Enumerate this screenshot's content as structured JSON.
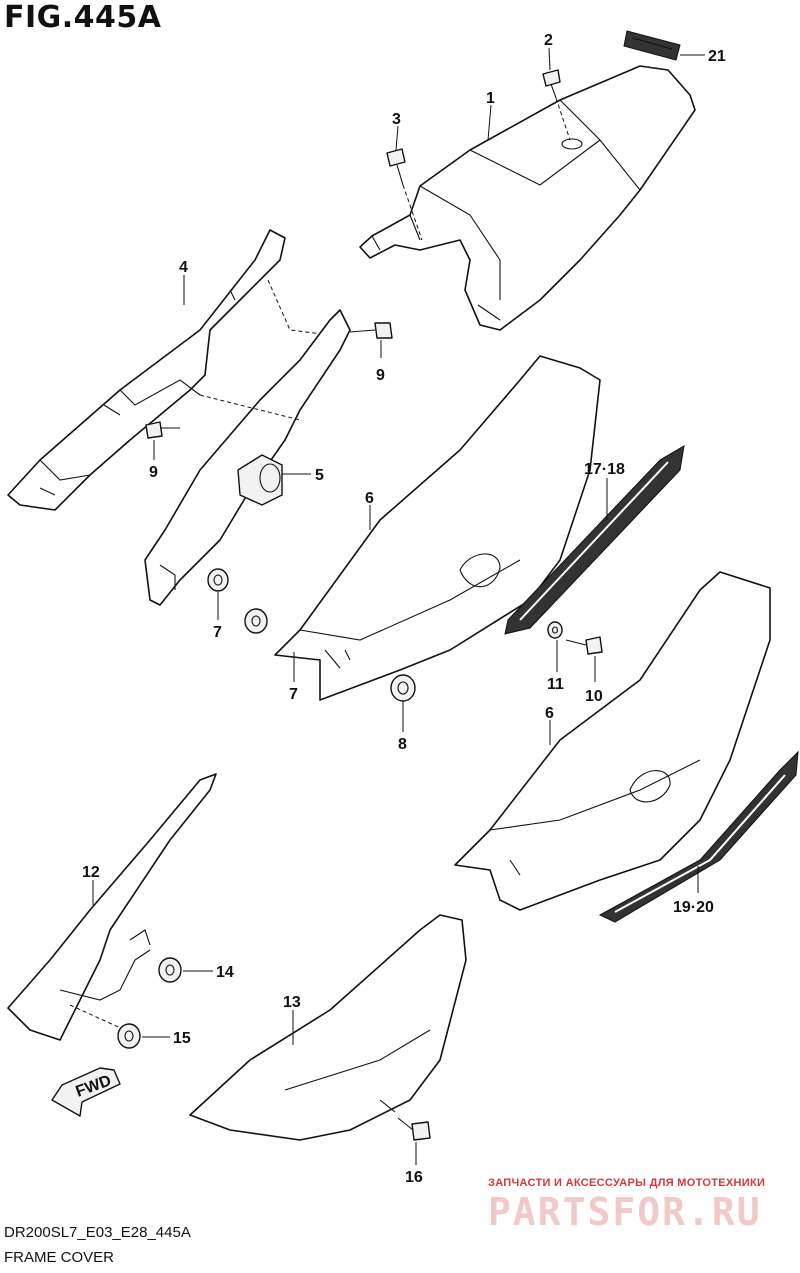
{
  "figure": {
    "title": "FIG.445A"
  },
  "callouts": {
    "c1": "1",
    "c2": "2",
    "c3": "3",
    "c4": "4",
    "c5": "5",
    "c6a": "6",
    "c6b": "6",
    "c7a": "7",
    "c7b": "7",
    "c8": "8",
    "c9a": "9",
    "c9b": "9",
    "c10": "10",
    "c11": "11",
    "c12": "12",
    "c13": "13",
    "c14": "14",
    "c15": "15",
    "c16": "16",
    "c1718": "17·18",
    "c1920": "19·20",
    "c21": "21"
  },
  "direction_arrow": {
    "label": "FWD"
  },
  "footer": {
    "code": "DR200SL7_E03_E28_445A",
    "name": "FRAME COVER"
  },
  "watermark": {
    "tagline": "ЗАПЧАСТИ И АКСЕССУАРЫ ДЛЯ МОТОТЕХНИКИ",
    "brand": "PARTSFOR.RU"
  },
  "colors": {
    "line": "#111111",
    "watermark": "#d23a3a",
    "watermark_light": "#f1c9c9"
  }
}
